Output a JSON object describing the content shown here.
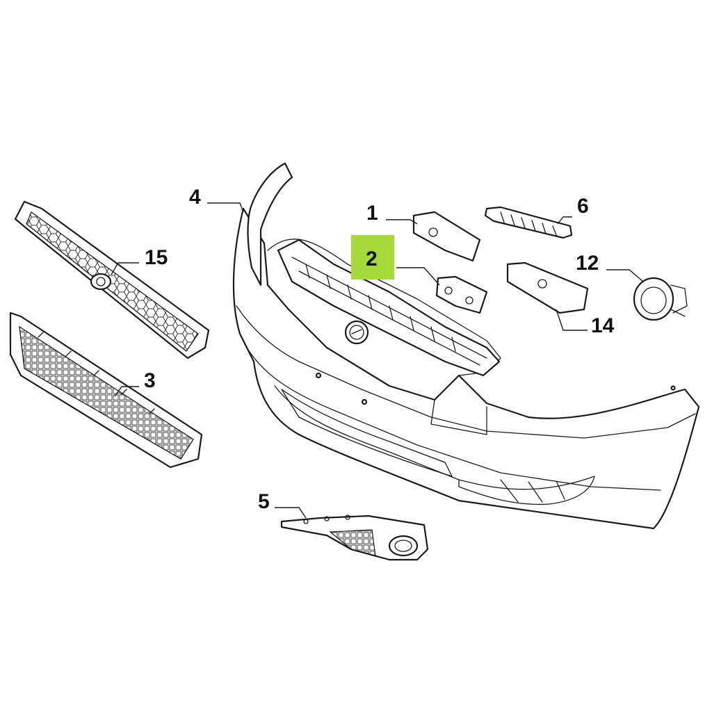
{
  "callouts": {
    "c1": "1",
    "c2": "2",
    "c3": "3",
    "c4": "4",
    "c5": "5",
    "c6": "6",
    "c12": "12",
    "c14": "14",
    "c15": "15"
  },
  "highlight": {
    "part": "2",
    "color": "#a6d93a"
  },
  "icons": [
    "grille-emblem-icon",
    "fog-lamp-ring-icon"
  ]
}
